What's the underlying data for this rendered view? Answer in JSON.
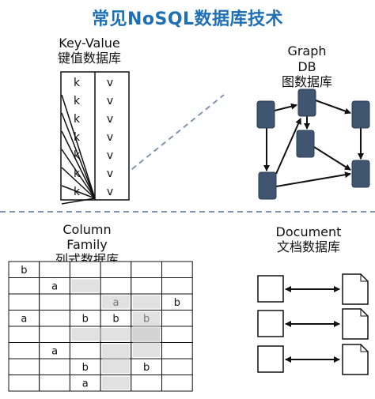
{
  "title": "常见NoSQL数据库技术",
  "key_value": {
    "label_en": "Key-Value",
    "label_zh": "键值数据库",
    "keys": [
      "k",
      "k",
      "k",
      "k",
      "k",
      "k",
      "k"
    ],
    "values": [
      "v",
      "v",
      "v",
      "v",
      "v",
      "v",
      "v"
    ]
  },
  "graph": {
    "label_en1": "Graph",
    "label_en2": "DB",
    "label_zh": "图数据库"
  },
  "column_family": {
    "label_en1": "Column",
    "label_en2": "Family",
    "label_zh": "列式数据库",
    "rows": [
      [
        "b",
        "",
        "",
        "",
        "",
        ""
      ],
      [
        "",
        "a",
        "",
        "",
        "",
        ""
      ],
      [
        "",
        "",
        "",
        "a",
        "",
        "b"
      ],
      [
        "a",
        "",
        "b",
        "b",
        "b",
        ""
      ],
      [
        "",
        "",
        "",
        "",
        "",
        ""
      ],
      [
        "",
        "a",
        "",
        "",
        "",
        ""
      ],
      [
        "",
        "",
        "b",
        "",
        "b",
        ""
      ],
      [
        "",
        "",
        "a",
        "",
        "",
        ""
      ]
    ]
  },
  "document": {
    "label_en": "Document",
    "label_zh": "文档数据库"
  },
  "colors": {
    "title": "#1f6fb5",
    "node_fill": "#3f5570",
    "divider": "#7f96ad"
  }
}
